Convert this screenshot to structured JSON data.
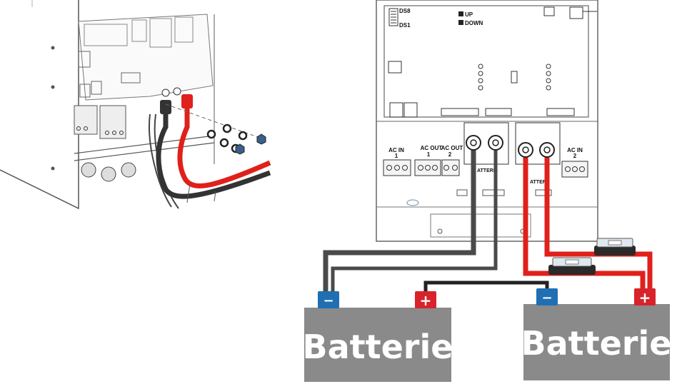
{
  "board": {
    "ds8": "DS8",
    "ds1": "DS1",
    "up": "UP",
    "down": "DOWN"
  },
  "terminals": {
    "ac_in_1_title": "AC IN",
    "ac_in_1_num": "1",
    "ac_out_1_title": "AC OUT",
    "ac_out_1_num": "1",
    "ac_out_2_title": "AC OUT",
    "ac_out_2_num": "2",
    "ac_in_2_title": "AC IN",
    "ac_in_2_num": "2",
    "battery_minus_label": "ATTERI -",
    "battery_plus_label": "ATTERI"
  },
  "batteries": [
    {
      "label": "Batterie",
      "minus": "−",
      "plus": "+"
    },
    {
      "label": "Batterie",
      "minus": "−",
      "plus": "+"
    }
  ],
  "colors": {
    "positive_cable": "#e0201b",
    "negative_cable": "#4a4a4a",
    "battery_body": "#8a8a8a",
    "minus_terminal": "#1f6fb2",
    "plus_terminal": "#d8232a"
  }
}
